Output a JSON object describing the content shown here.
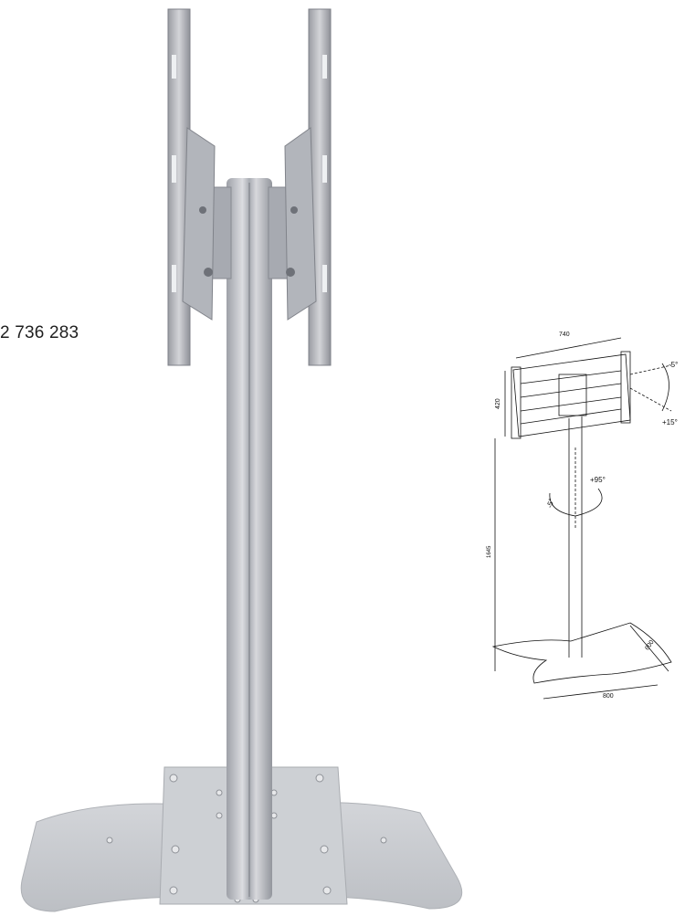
{
  "product_code": "2 736 283",
  "drawing": {
    "width_label": "740",
    "height_label": "420",
    "pole_height_label": "1645",
    "base_depth_label": "600",
    "base_width_label": "800",
    "tilt_up_label": "-5°",
    "tilt_down_label": "+15°",
    "swivel_plus_label": "+95°",
    "swivel_minus_label": "-5°"
  },
  "colors": {
    "metal": "#b9bcc2",
    "metal_dark": "#8d9098",
    "base": "#c6c8cd",
    "line": "#111111"
  }
}
